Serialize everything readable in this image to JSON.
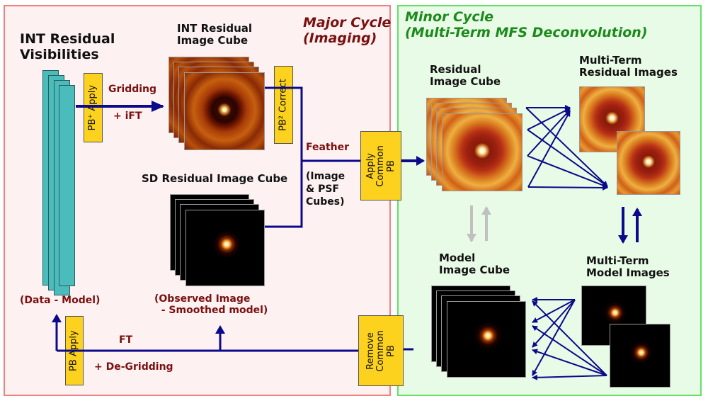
{
  "major_cycle": {
    "title_line1": "Major Cycle",
    "title_line2": "(Imaging)",
    "int_visibilities": {
      "title_line1": "INT Residual",
      "title_line2": "Visibilities",
      "caption": "(Data - Model)"
    },
    "int_image_cube": {
      "title_line1": "INT Residual",
      "title_line2": "Image Cube"
    },
    "sd_image_cube": {
      "title": "SD Residual Image Cube",
      "caption_line1": "(Observed Image",
      "caption_line2": "  - Smoothed model)"
    },
    "pb_plus_apply": "PB⁺ Apply",
    "pb2_correct": "PB² Correct",
    "pb_apply": "PB Apply",
    "gridding_label_line1": "Gridding",
    "gridding_label_line2": "+ iFT",
    "feather_label": "Feather",
    "feather_sub_line1": "(Image",
    "feather_sub_line2": "& PSF",
    "feather_sub_line3": "Cubes)",
    "ft_label_line1": "FT",
    "ft_label_line2": "+ De-Gridding",
    "apply_common_pb": "Apply\nCommon\nPB",
    "remove_common_pb": "Remove\nCommon\nPB"
  },
  "minor_cycle": {
    "title_line1": "Minor Cycle",
    "title_line2": "(Multi-Term MFS Deconvolution)",
    "residual_image_cube": {
      "title_line1": "Residual",
      "title_line2": "Image Cube"
    },
    "multi_term_residual": {
      "title_line1": "Multi-Term",
      "title_line2": "Residual Images"
    },
    "model_image_cube": {
      "title_line1": "Model",
      "title_line2": "Image Cube"
    },
    "multi_term_model": {
      "title_line1": "Multi-Term",
      "title_line2": "Model Images"
    }
  },
  "colors": {
    "arrow": "#0a0a8a",
    "pb_box": "#fcd21e",
    "major_border": "#f08080",
    "minor_border": "#66e066",
    "major_title": "#7a1010",
    "minor_title": "#1a8a1a",
    "visibility": "#4bbcbc"
  }
}
